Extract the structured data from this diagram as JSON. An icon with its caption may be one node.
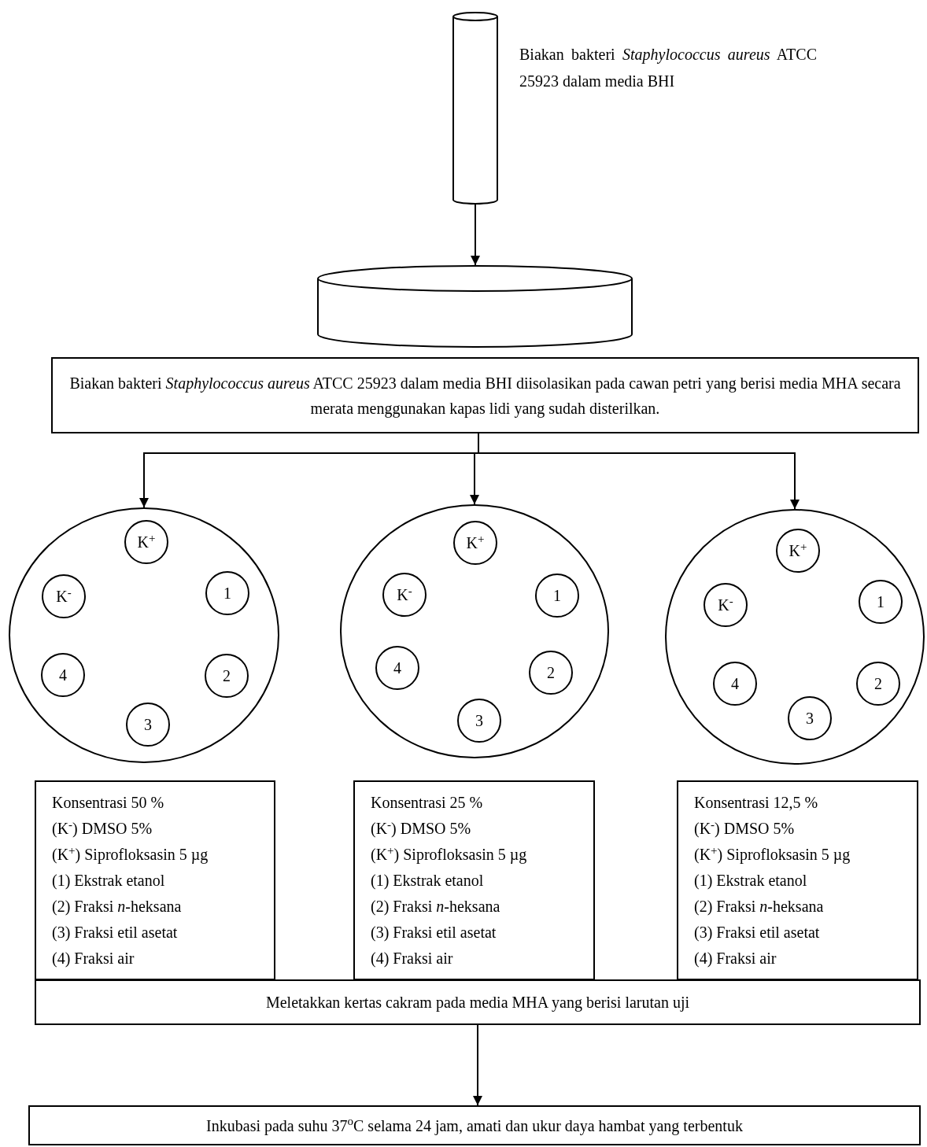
{
  "diagram": {
    "nodes": [
      {
        "text": [],
        "shape": "cylinder",
        "beside": [
          "Biakan bakteri *Staphylococcus aureus* ATCC 25923 dalam media BHI"
        ]
      },
      {
        "text": [],
        "shape": "cylinder"
      },
      {
        "text": [
          "Biakan bakteri *Staphylococcus aureus* ATCC 25923 dalam media BHI diisolasikan pada cawan petri yang berisi media MHA secara merata menggunakan kapas lidi yang sudah disterilkan."
        ]
      },
      {
        "text": [],
        "shape": "circle"
      },
      {
        "text": [
          "K$^{+}$"
        ],
        "in": 3
      },
      {
        "text": [
          "K$^{-}$"
        ],
        "in": 3
      },
      {
        "text": [
          "1"
        ],
        "in": 3
      },
      {
        "text": [
          "4"
        ],
        "in": 3
      },
      {
        "text": [
          "2"
        ],
        "in": 3
      },
      {
        "text": [
          "3"
        ],
        "in": 3
      },
      {
        "text": [],
        "shape": "circle"
      },
      {
        "text": [
          "K$^{+}$"
        ],
        "in": 10
      },
      {
        "text": [
          "K$^{-}$"
        ],
        "in": 10
      },
      {
        "text": [
          "1"
        ],
        "in": 10
      },
      {
        "text": [
          "4"
        ],
        "in": 10
      },
      {
        "text": [
          "2"
        ],
        "in": 10
      },
      {
        "text": [
          "3"
        ],
        "in": 10
      },
      {
        "text": [],
        "shape": "circle"
      },
      {
        "text": [
          "K$^{+}$"
        ],
        "in": 17
      },
      {
        "text": [
          "K$^{-}$"
        ],
        "in": 17
      },
      {
        "text": [
          "1"
        ],
        "in": 17
      },
      {
        "text": [
          "4"
        ],
        "in": 17
      },
      {
        "text": [
          "2"
        ],
        "in": 17
      },
      {
        "text": [
          "3"
        ],
        "in": 17
      },
      {
        "text": [
          "Konsentrasi 50 %",
          "(K$^{-}$) DMSO 5%",
          "(K$^{+}$) Siprofloksasin 5 µg",
          "(1) Ekstrak etanol",
          "(2) Fraksi *n*-heksana",
          "(3) Fraksi etil asetat",
          "(4) Fraksi air"
        ]
      },
      {
        "text": [
          "Konsentrasi 25 %",
          "(K$^{-}$) DMSO 5%",
          "(K$^{+}$) Siprofloksasin 5 µg",
          "(1) Ekstrak etanol",
          "(2) Fraksi *n*-heksana",
          "(3) Fraksi etil asetat",
          "(4) Fraksi air"
        ]
      },
      {
        "text": [
          "Konsentrasi 12,5 %",
          "(K$^{-}$) DMSO 5%",
          "(K$^{+}$) Siprofloksasin 5 µg",
          "(1) Ekstrak etanol",
          "(2) Fraksi *n*-heksana",
          "(3) Fraksi etil asetat",
          "(4) Fraksi air"
        ]
      },
      {
        "text": [
          "Meletakkan kertas cakram pada media MHA yang berisi larutan uji"
        ]
      },
      {
        "text": [
          "Inkubasi pada suhu 37$^{o}$C selama 24 jam, amati dan ukur daya hambat yang terbentuk"
        ]
      }
    ],
    "edges": [
      {
        "from": 0,
        "to": 1,
        "arrow": "to"
      },
      {
        "from": 2,
        "to": 3,
        "arrow": "to"
      },
      {
        "from": 2,
        "to": 10,
        "arrow": "to"
      },
      {
        "from": 2,
        "to": 17,
        "arrow": "to"
      },
      {
        "from": 27,
        "to": 28,
        "arrow": "to"
      }
    ]
  }
}
